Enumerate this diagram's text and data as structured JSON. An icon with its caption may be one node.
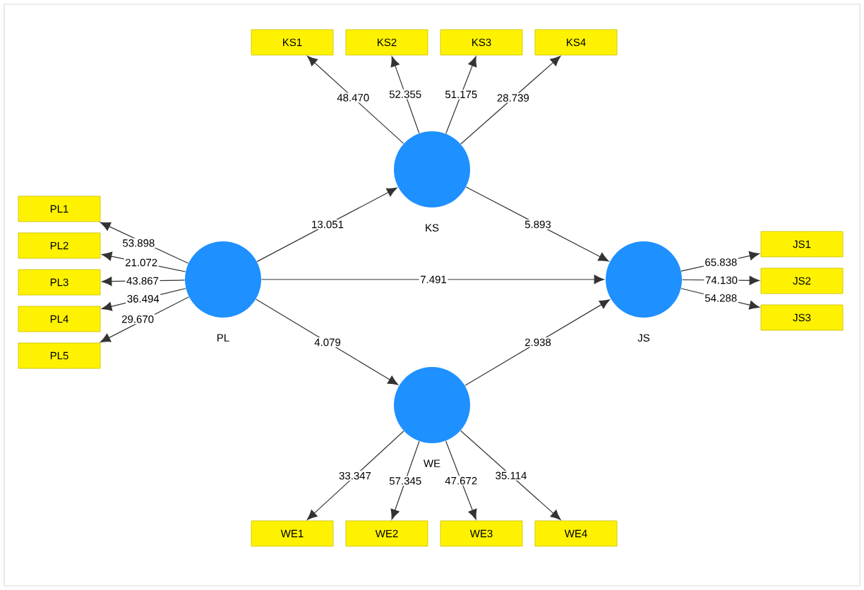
{
  "diagram": {
    "nodes": [
      {
        "text": [],
        "shape": "circle",
        "beside": [
          "PL"
        ]
      },
      {
        "text": [],
        "shape": "circle",
        "beside": [
          "KS"
        ]
      },
      {
        "text": [],
        "shape": "circle",
        "beside": [
          "WE"
        ]
      },
      {
        "text": [],
        "shape": "circle",
        "beside": [
          "JS"
        ]
      },
      {
        "text": [
          "KS1"
        ]
      },
      {
        "text": [
          "KS2"
        ]
      },
      {
        "text": [
          "KS3"
        ]
      },
      {
        "text": [
          "KS4"
        ]
      },
      {
        "text": [
          "PL1"
        ]
      },
      {
        "text": [
          "PL2"
        ]
      },
      {
        "text": [
          "PL3"
        ]
      },
      {
        "text": [
          "PL4"
        ]
      },
      {
        "text": [
          "PL5"
        ]
      },
      {
        "text": [
          "JS1"
        ]
      },
      {
        "text": [
          "JS2"
        ]
      },
      {
        "text": [
          "JS3"
        ]
      },
      {
        "text": [
          "WE1"
        ]
      },
      {
        "text": [
          "WE2"
        ]
      },
      {
        "text": [
          "WE3"
        ]
      },
      {
        "text": [
          "WE4"
        ]
      }
    ],
    "edges": [
      {
        "from": 1,
        "to": 4,
        "arrow": "to",
        "label": "48.470"
      },
      {
        "from": 1,
        "to": 5,
        "arrow": "to",
        "label": "52.355"
      },
      {
        "from": 1,
        "to": 6,
        "arrow": "to",
        "label": "51.175"
      },
      {
        "from": 1,
        "to": 7,
        "arrow": "to",
        "label": "28.739"
      },
      {
        "from": 0,
        "to": 8,
        "arrow": "to",
        "label": "53.898"
      },
      {
        "from": 0,
        "to": 9,
        "arrow": "to",
        "label": "21.072"
      },
      {
        "from": 0,
        "to": 10,
        "arrow": "to",
        "label": "43.867"
      },
      {
        "from": 0,
        "to": 11,
        "arrow": "to",
        "label": "36.494"
      },
      {
        "from": 0,
        "to": 12,
        "arrow": "to",
        "label": "29.670"
      },
      {
        "from": 0,
        "to": 1,
        "arrow": "to",
        "label": "13.051"
      },
      {
        "from": 1,
        "to": 3,
        "arrow": "to",
        "label": "5.893"
      },
      {
        "from": 0,
        "to": 3,
        "arrow": "to",
        "label": "7.491"
      },
      {
        "from": 0,
        "to": 2,
        "arrow": "to",
        "label": "4.079"
      },
      {
        "from": 2,
        "to": 3,
        "arrow": "to",
        "label": "2.938"
      },
      {
        "from": 3,
        "to": 13,
        "arrow": "to",
        "label": "65.838"
      },
      {
        "from": 3,
        "to": 14,
        "arrow": "to",
        "label": "74.130"
      },
      {
        "from": 3,
        "to": 15,
        "arrow": "to",
        "label": "54.288"
      },
      {
        "from": 2,
        "to": 16,
        "arrow": "to",
        "label": "33.347"
      },
      {
        "from": 2,
        "to": 17,
        "arrow": "to",
        "label": "57.345"
      },
      {
        "from": 2,
        "to": 18,
        "arrow": "to",
        "label": "47.672"
      },
      {
        "from": 2,
        "to": 19,
        "arrow": "to",
        "label": "35.114"
      }
    ]
  }
}
